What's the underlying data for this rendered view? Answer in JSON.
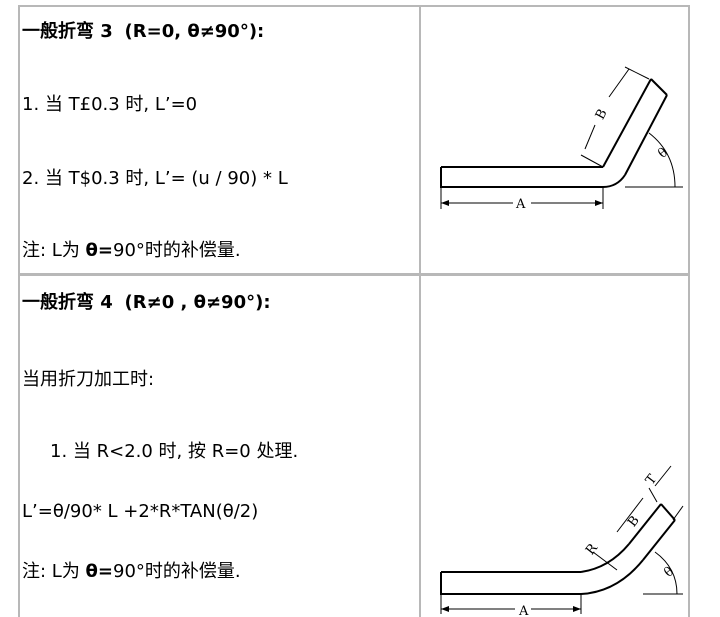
{
  "row1": {
    "heading_main": "一般折弯 3",
    "heading_cond": "(R=0, θ≠90°):",
    "line1": "1. 当 T£0.3 时, L’=0",
    "line2": "2. 当 T$0.3 时, L’= (u / 90) * L",
    "note_prefix": "注: L为 ",
    "note_bold": "θ=",
    "note_suffix": "90°时的补偿量.",
    "diagram": {
      "label_a": "A",
      "label_b": "B",
      "label_theta": "θ"
    }
  },
  "row2": {
    "heading_main": "一般折弯 4",
    "heading_cond": "(R≠0 , θ≠90°):",
    "line1": "当用折刀加工时:",
    "line2": "1. 当 R<2.0 时, 按 R=0 处理.",
    "formula": "L’=θ/90* L +2*R*TAN(θ/2)",
    "note_prefix": "注: L为 ",
    "note_bold": "θ=",
    "note_suffix": "90°时的补偿量.",
    "diagram": {
      "label_a": "A",
      "label_b": "B",
      "label_r": "R",
      "label_t": "T",
      "label_theta": "θ"
    }
  }
}
